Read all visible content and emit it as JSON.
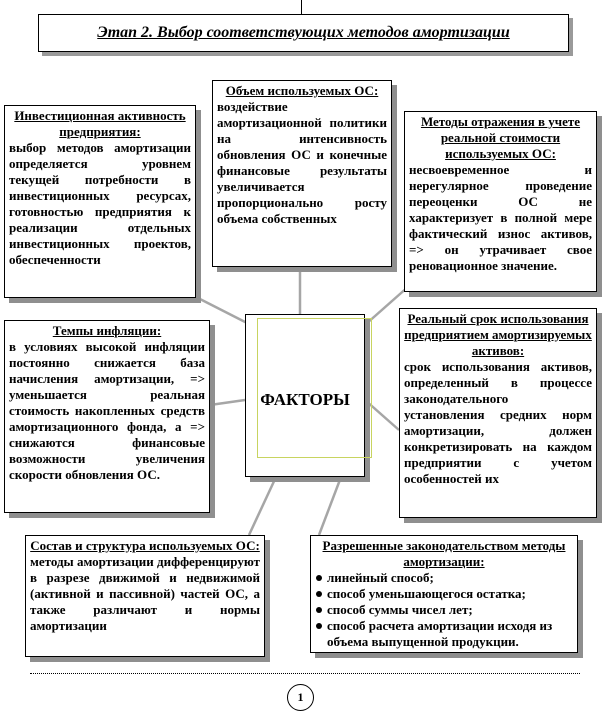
{
  "title": "Этап 2. Выбор соответствующих методов амортизации",
  "center_label": "ФАКТОРЫ",
  "boxes": {
    "volume": {
      "heading": "Объем используемых ОС:",
      "body": "воздействие амортизационной политики на интенсивность обновления ОС и конечные финансовые результаты увеличивается пропорционально росту объема собственных"
    },
    "investment": {
      "heading": "Инвестиционная активность предприятия:",
      "body": "выбор методов амортизации определяется уровнем текущей потребности в инвестиционных ресурсах, готовностью предприятия к реализации отдельных инвестиционных проектов, обеспеченности"
    },
    "methods_reflection": {
      "heading": "Методы отражения в учете реальной стоимости используемых ОС:",
      "body": "несвоевременное и нерегулярное проведение переоценки ОС не характеризует в полной мере фактический износ активов, => он утрачивает свое реновационное значение."
    },
    "inflation": {
      "heading": "Темпы инфляции:",
      "body": "в условиях высокой инфляции постоянно снижается база начисления амортизации, => уменьшается реальная стоимость накопленных средств амортизационного фонда, а => снижаются финансовые возможности увеличения скорости обновления ОС."
    },
    "real_term": {
      "heading": "Реальный срок использования предприятием амортизируемых активов:",
      "body": "срок использования активов, определенный в процессе законодательного установления средних норм амортизации, должен конкретизировать на каждом предприятии с учетом особенностей их"
    },
    "composition": {
      "heading": "Состав и структура используемых ОС:",
      "body": "методы амортизации дифференцируют в разрезе движимой и недвижимой (активной и пассивной) частей ОС, а также различают и нормы амортизации"
    },
    "allowed_methods": {
      "heading": "Разрешенные законодательством методы амортизации:",
      "items": [
        "линейный способ;",
        "способ уменьшающегося остатка;",
        "способ суммы чисел лет;",
        "способ расчета амортизации исходя из объема выпущенной продукции."
      ]
    }
  },
  "page_number": "1"
}
